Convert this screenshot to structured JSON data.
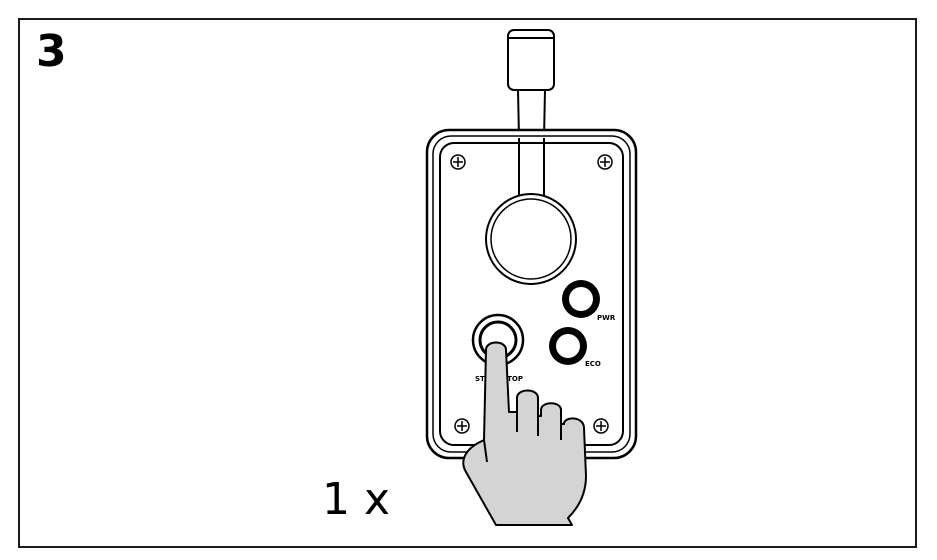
{
  "step_number": "3",
  "repeat_count": "1 x",
  "buttons": {
    "pwr": {
      "label": "PWR"
    },
    "eco": {
      "label": "ECO"
    },
    "start_stop": {
      "label": "START/STOP"
    }
  },
  "icons": [
    "remote-control-icon",
    "throttle-lever-icon",
    "hand-press-icon",
    "screw-icon"
  ],
  "colors": {
    "line": "#000000",
    "hand_fill": "#d4d4d4",
    "background": "#ffffff"
  }
}
